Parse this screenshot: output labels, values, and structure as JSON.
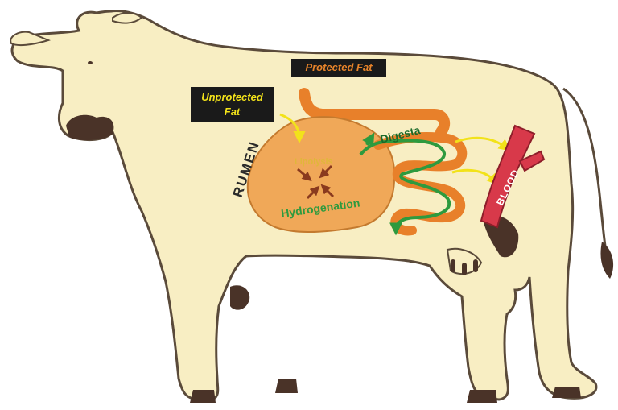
{
  "labels": {
    "protected_fat": "Protected Fat",
    "unprotected_fat_line1": "Unprotected",
    "unprotected_fat_line2": "Fat",
    "rumen": "RUMEN",
    "lipolysis": "Lipolysis",
    "hydrogenation": "Hydrogenation",
    "digesta": "Digesta",
    "blood": "BLOOD"
  },
  "colors": {
    "cow_body": "#f8eec3",
    "cow_outline": "#5a4a3a",
    "cow_spots": "#4a3328",
    "rumen_fill": "#f0a858",
    "intestine": "#e8802a",
    "green_arrow": "#2e9a3e",
    "yellow_arrow": "#f2e21a",
    "blood_vessel": "#d8394a",
    "label_bg": "#1a1a1a",
    "protected_text": "#e8842a",
    "unprotected_text": "#f2e21a"
  }
}
